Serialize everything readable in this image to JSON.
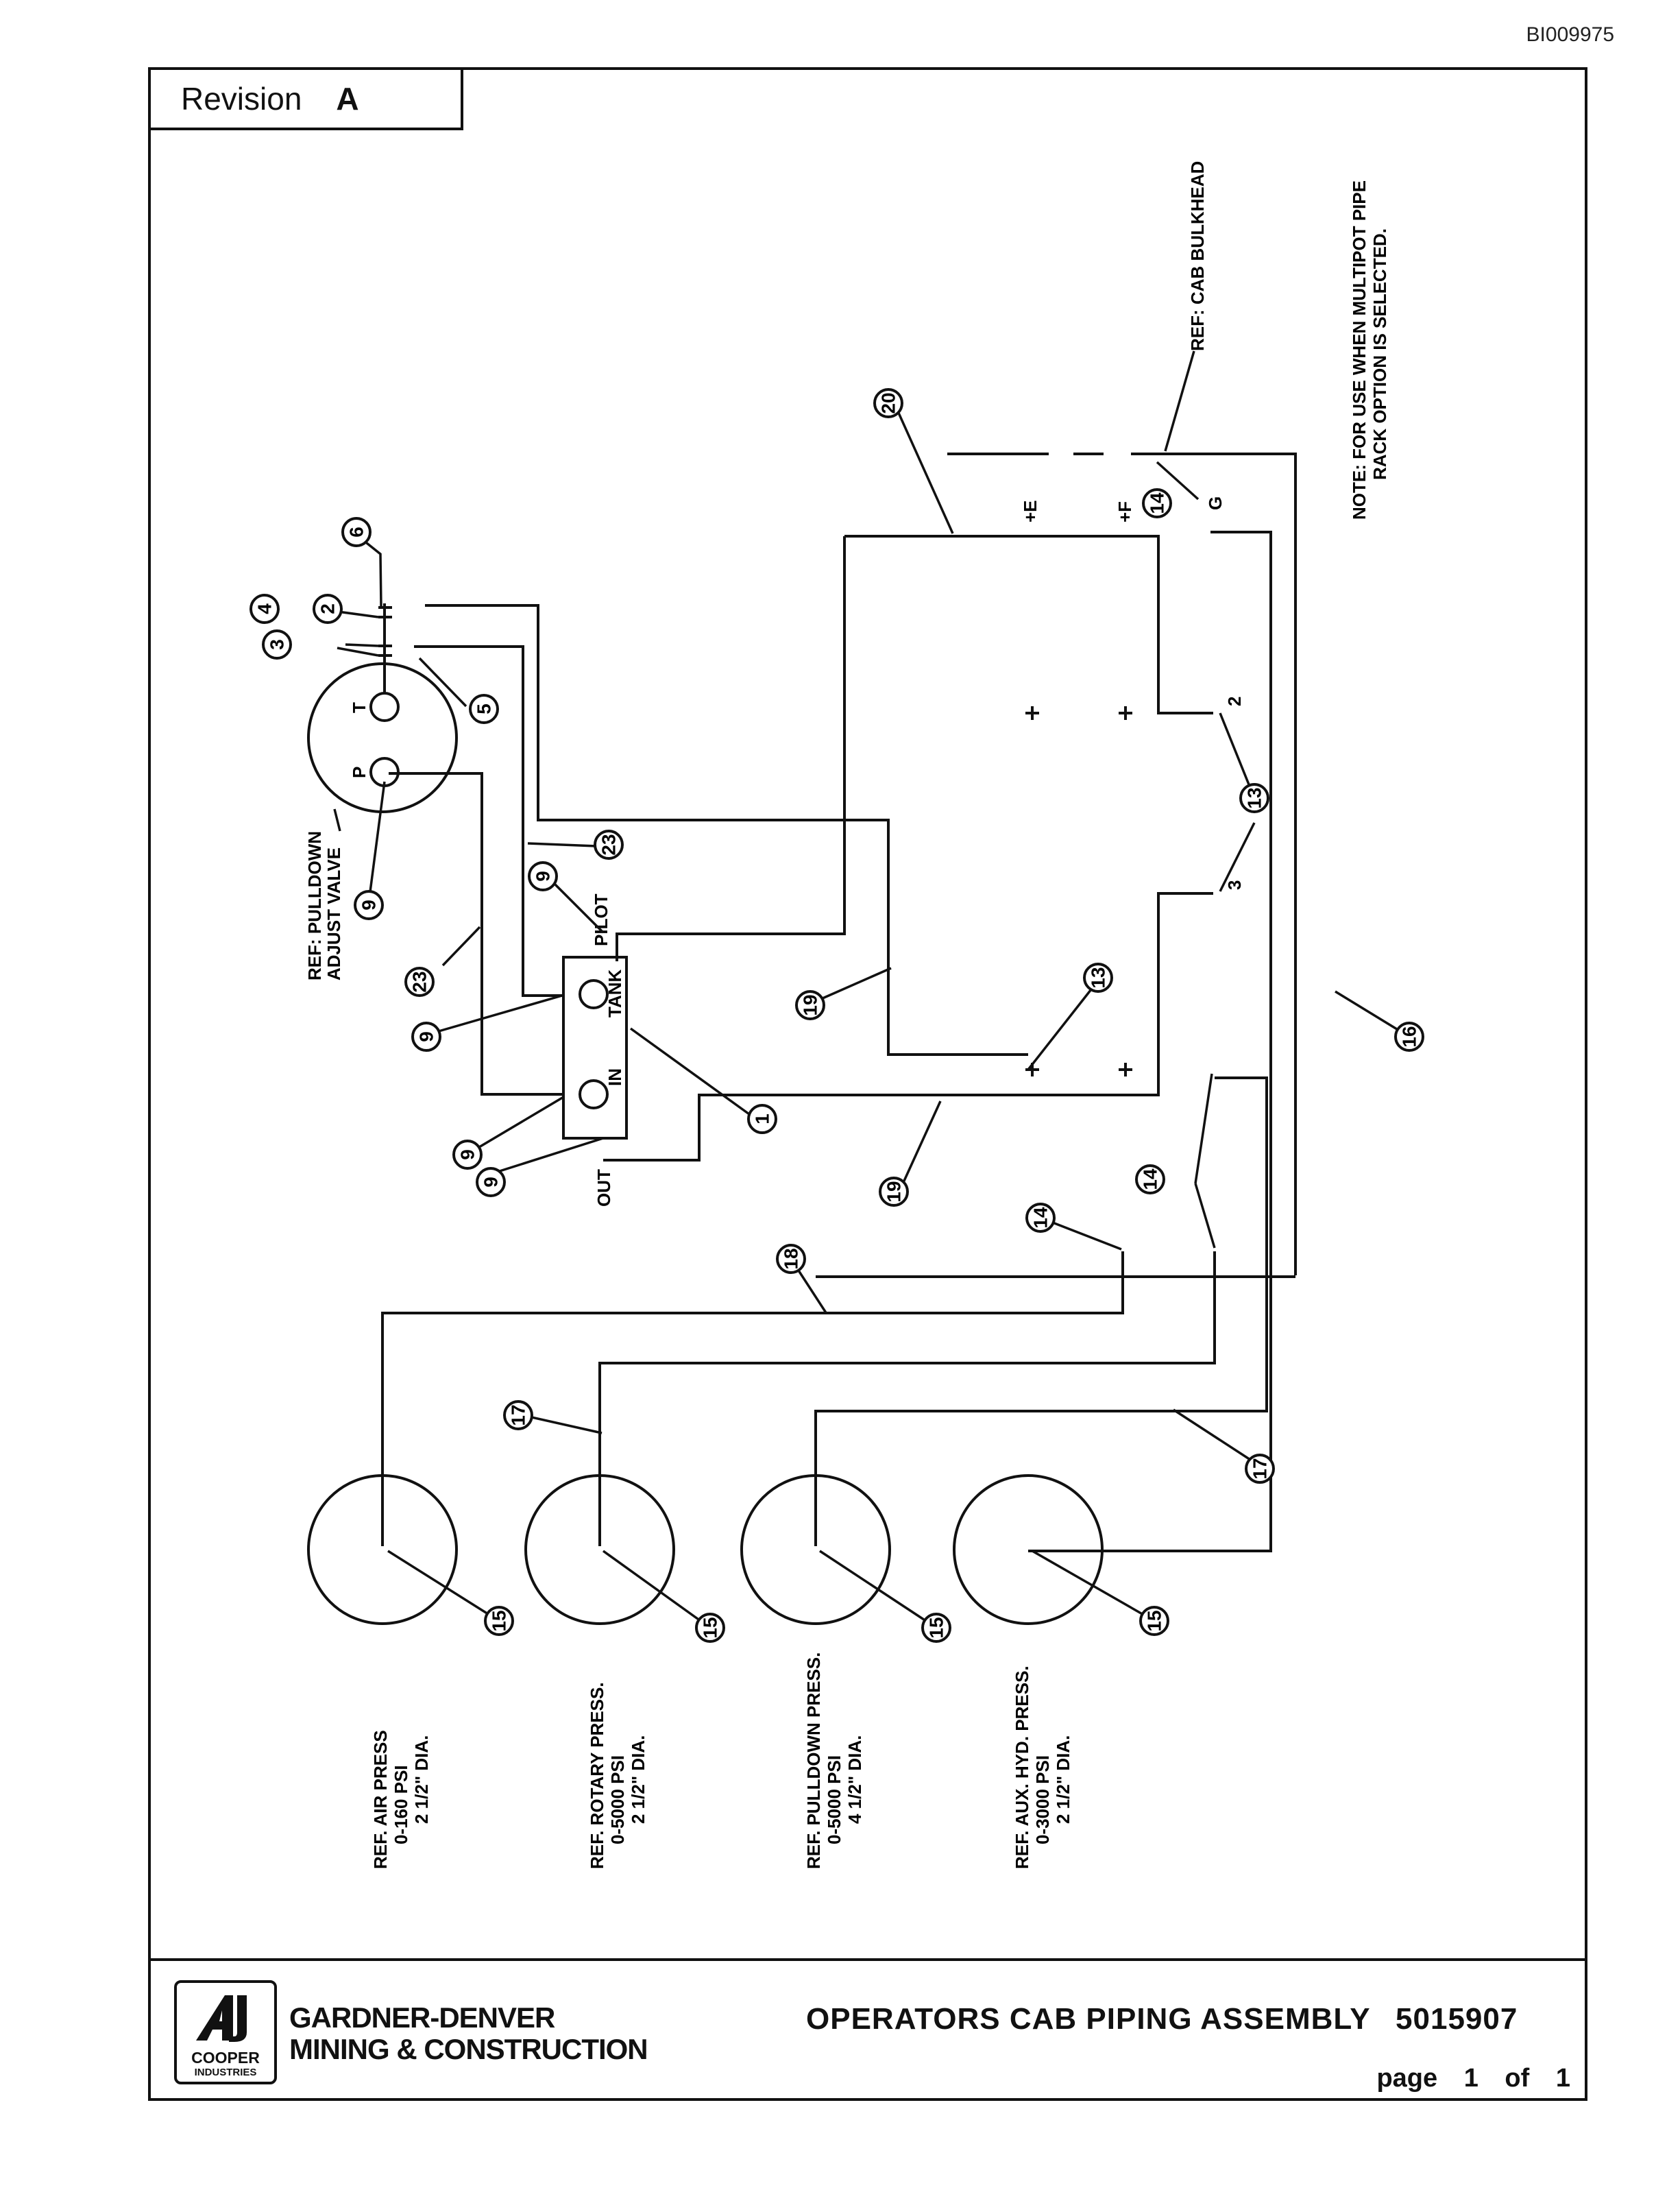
{
  "document": {
    "id": "BI009975"
  },
  "revision": {
    "label": "Revision",
    "value": "A"
  },
  "title_block": {
    "logo_line1": "COOPER",
    "logo_line2": "INDUSTRIES",
    "company_line1": "GARDNER-DENVER",
    "company_line2": "MINING & CONSTRUCTION",
    "drawing_title": "OPERATORS CAB PIPING ASSEMBLY",
    "drawing_number": "5015907",
    "page_label": "page",
    "page_number": "1",
    "of_label": "of",
    "page_total": "1"
  },
  "notes": {
    "cab_bulkhead": "REF: CAB BULKHEAD",
    "multipot_line1": "NOTE: FOR USE WHEN MULTIPOT PIPE",
    "multipot_line2": "RACK OPTION IS SELECTED."
  },
  "valve": {
    "ref_line1": "REF: PULLDOWN",
    "ref_line2": "ADJUST VALVE",
    "port_t": "T",
    "port_p": "P"
  },
  "block": {
    "pilot": "PILOT",
    "tank": "TANK",
    "in": "IN",
    "out": "OUT"
  },
  "bulkhead_ports": {
    "e": "+E",
    "f": "+F",
    "g": "G",
    "p2": "2",
    "p3": "3"
  },
  "gauges": [
    {
      "line1": "REF. AIR PRESS",
      "line2": "0-160 PSI",
      "line3": "2 1/2\" DIA."
    },
    {
      "line1": "REF. ROTARY PRESS.",
      "line2": "0-5000 PSI",
      "line3": "2 1/2\" DIA."
    },
    {
      "line1": "REF. PULLDOWN PRESS.",
      "line2": "0-5000 PSI",
      "line3": "4 1/2\" DIA."
    },
    {
      "line1": "REF. AUX. HYD. PRESS.",
      "line2": "0-3000 PSI",
      "line3": "2 1/2\" DIA."
    }
  ],
  "callouts": {
    "c1": "1",
    "c2": "2",
    "c3": "3",
    "c4": "4",
    "c5": "5",
    "c6": "6",
    "c9a": "9",
    "c9b": "9",
    "c9c": "9",
    "c9d": "9",
    "c9e": "9",
    "c13a": "13",
    "c13b": "13",
    "c14a": "14",
    "c14b": "14",
    "c14c": "14",
    "c15a": "15",
    "c15b": "15",
    "c15c": "15",
    "c15d": "15",
    "c16": "16",
    "c17a": "17",
    "c17b": "17",
    "c18": "18",
    "c19a": "19",
    "c19b": "19",
    "c20": "20",
    "c23a": "23",
    "c23b": "23"
  }
}
